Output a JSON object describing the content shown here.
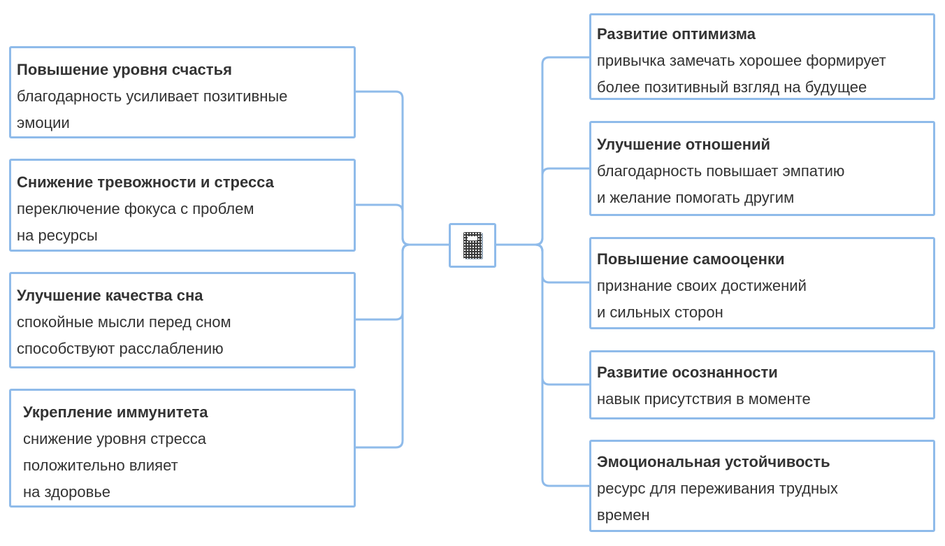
{
  "center": {
    "icon": "notebook-icon"
  },
  "colors": {
    "line": "#8fbbea",
    "text": "#333333"
  },
  "left": [
    {
      "title": "Повышение уровня счастья",
      "desc": "благодарность усиливает позитивные\nэмоции"
    },
    {
      "title": "Снижение тревожности и стресса",
      "desc": "переключение фокуса с проблем\nна ресурсы"
    },
    {
      "title": "Улучшение качества сна",
      "desc": "спокойные мысли перед сном\nспособствуют расслаблению"
    },
    {
      "title": "Укрепление иммунитета",
      "desc": "снижение уровня стресса\nположительно влияет\nна здоровье"
    }
  ],
  "right": [
    {
      "title": "Развитие оптимизма",
      "desc": "привычка замечать хорошее формирует\nболее позитивный взгляд на будущее"
    },
    {
      "title": "Улучшение отношений",
      "desc": "благодарность повышает эмпатию\nи желание помогать другим"
    },
    {
      "title": "Повышение самооценки",
      "desc": "признание своих достижений\nи сильных сторон"
    },
    {
      "title": "Развитие осознанности",
      "desc": "навык присутствия в моменте"
    },
    {
      "title": "Эмоциональная устойчивость",
      "desc": "ресурс для переживания трудных\nвремен"
    }
  ]
}
